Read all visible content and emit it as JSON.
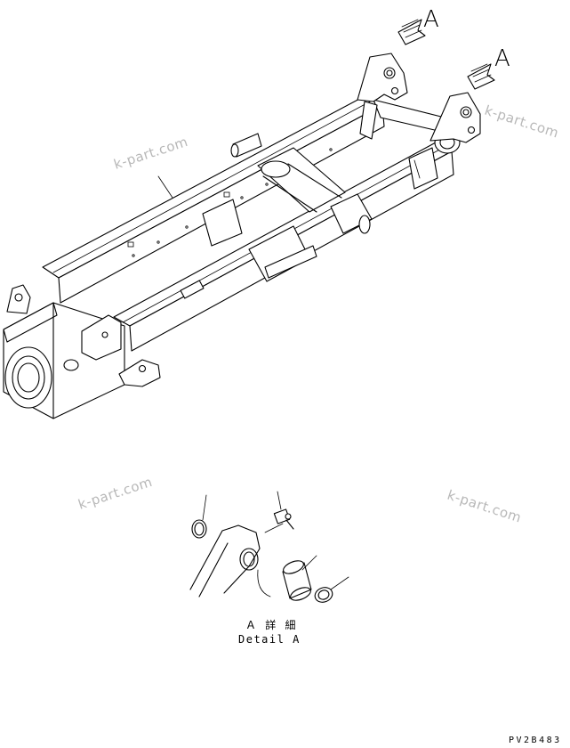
{
  "callouts": {
    "view_a_1": "A",
    "view_a_2": "A"
  },
  "watermarks": {
    "wm1": "k-part.com",
    "wm2": "k-part.com",
    "wm3": "k-part.com",
    "wm4": "k-part.com"
  },
  "detail": {
    "title_jp": "Ａ 詳 細",
    "title_en": "Detail A"
  },
  "drawing_code": "PV2B483"
}
